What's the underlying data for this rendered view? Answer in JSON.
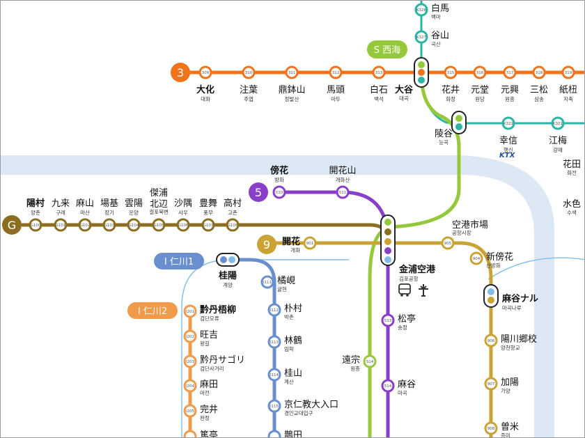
{
  "colors": {
    "line3": "#f0741c",
    "lineG": "#8b6e22",
    "line5": "#8a3fc9",
    "line9": "#c9a434",
    "lineK": "#2bb5a5",
    "lineS": "#96c83c",
    "lineI1": "#6a8fce",
    "lineI2": "#f09a4a",
    "hanRiver": "#dde8f5",
    "airRail": "#5aa0d8"
  },
  "badges": {
    "line3": "3",
    "line5": "5",
    "line9": "9",
    "lineG": "G",
    "lineS": "S 西海",
    "lineI1": "I 仁川1",
    "lineI2": "I 仁川2"
  },
  "ktx_logo": "KTX",
  "stations": {
    "baekma": {
      "ja": "白馬",
      "ko": "백마",
      "code": "K328"
    },
    "goksan": {
      "ja": "谷山",
      "ko": "곡산",
      "code": "K327"
    },
    "daehwa": {
      "ja": "大化",
      "ko": "대화",
      "code": "309"
    },
    "juyeop": {
      "ja": "注葉",
      "ko": "주엽",
      "code": "310"
    },
    "jeongbalsan": {
      "ja": "鼎鉢山",
      "ko": "정발산",
      "code": "311"
    },
    "madu": {
      "ja": "馬頭",
      "ko": "마두",
      "code": "312"
    },
    "baekseok": {
      "ja": "白石",
      "ko": "백석",
      "code": "313"
    },
    "daegok": {
      "ja": "大谷",
      "ko": "대곡"
    },
    "hwajeong": {
      "ja": "花井",
      "ko": "화정",
      "code": "315"
    },
    "wondang": {
      "ja": "元堂",
      "ko": "원당",
      "code": "316"
    },
    "wonheung": {
      "ja": "元興",
      "ko": "원흥",
      "code": "317"
    },
    "samsong": {
      "ja": "三松",
      "ko": "삼송",
      "code": "318"
    },
    "jichuk": {
      "ja": "紙杻",
      "ko": "지축",
      "code": "319"
    },
    "neunggok": {
      "ja": "陵谷",
      "ko": "능곡"
    },
    "haengsin": {
      "ja": "幸信",
      "ko": "행신",
      "code": "K322"
    },
    "gangmae": {
      "ja": "江梅",
      "ko": "강매",
      "code": "K321"
    },
    "hwajeon": {
      "ja": "花田",
      "ko": "화전"
    },
    "susaek": {
      "ja": "水色",
      "ko": "수색"
    },
    "banghwa": {
      "ja": "傍花",
      "ko": "방화",
      "code": "510"
    },
    "gaehwasan": {
      "ja": "開花山",
      "ko": "개화산",
      "code": "511"
    },
    "yangchon": {
      "ja": "陽村",
      "ko": "양촌",
      "code": "G100"
    },
    "gurae": {
      "ja": "九来",
      "ko": "구래",
      "code": "G101"
    },
    "masan": {
      "ja": "麻山",
      "ko": "마산",
      "code": "G102"
    },
    "janggi": {
      "ja": "場基",
      "ko": "장기",
      "code": "G103"
    },
    "unyang": {
      "ja": "雲陽",
      "ko": "운양",
      "code": "G104"
    },
    "geolpobukbyeon": {
      "ja": "傑浦\n北辺",
      "ja1": "傑浦",
      "ja2": "北辺",
      "ko": "걸포북변",
      "code": "G105"
    },
    "sau": {
      "ja": "沙隅",
      "ko": "사우",
      "code": "G106"
    },
    "pungmu": {
      "ja": "豊舞",
      "ko": "풍무",
      "code": "G107"
    },
    "gochon": {
      "ja": "高村",
      "ko": "고촌",
      "code": "G108"
    },
    "gaehwa": {
      "ja": "開花",
      "ko": "개화",
      "code": "901"
    },
    "airportmarket": {
      "ja": "空港市場",
      "ko": "공항시장",
      "code": "905"
    },
    "sinbanghwa": {
      "ja": "新傍花",
      "ko": "신방화",
      "code": "904"
    },
    "gimpoairport": {
      "ja": "金浦空港",
      "ko": "김포공항"
    },
    "magoknaru": {
      "ja": "麻谷ナル",
      "ko": "마곡나루"
    },
    "gyeyang": {
      "ja": "桂陽",
      "ko": "계양"
    },
    "gyulhyeon": {
      "ja": "橘峴",
      "ko": "귤현",
      "code": "I111"
    },
    "bakchon": {
      "ja": "朴村",
      "ko": "박촌",
      "code": "I112"
    },
    "imhak": {
      "ja": "林鶴",
      "ko": "임학",
      "code": "I113"
    },
    "gyesan": {
      "ja": "桂山",
      "ko": "계산",
      "code": "I114"
    },
    "gyeongin": {
      "ja": "京仁教大入口",
      "ko": "경인교대입구",
      "code": "I115"
    },
    "jakjeon": {
      "ja": "鵲田",
      "ko": ""
    },
    "geomdanoryu": {
      "ja": "黔丹梧柳",
      "ko": "검단오류",
      "code": "I201"
    },
    "wanggil": {
      "ja": "旺吉",
      "ko": "왕길",
      "code": "I202"
    },
    "geomdansageori": {
      "ja": "黔丹サゴリ",
      "ko": "검단사거리",
      "code": "I203"
    },
    "majeon": {
      "ja": "麻田",
      "ko": "마전",
      "code": "I204"
    },
    "wanjeong": {
      "ja": "完井",
      "ko": "완정",
      "code": "I205"
    },
    "dokjeong": {
      "ja": "篤亭",
      "ko": ""
    },
    "songjeong": {
      "ja": "松亭",
      "ko": "송정",
      "code": "513"
    },
    "magok": {
      "ja": "麻谷",
      "ko": "마곡",
      "code": "514"
    },
    "wonjong": {
      "ja": "遠宗",
      "ko": "원종",
      "code": "S14"
    },
    "yangcheonhyanggyo": {
      "ja": "陽川郷校",
      "ko": "양천향교",
      "code": "906"
    },
    "gayang": {
      "ja": "加陽",
      "ko": "가양",
      "code": "907"
    },
    "jeungmi": {
      "ja": "曽米",
      "ko": "증미",
      "code": "908"
    }
  }
}
